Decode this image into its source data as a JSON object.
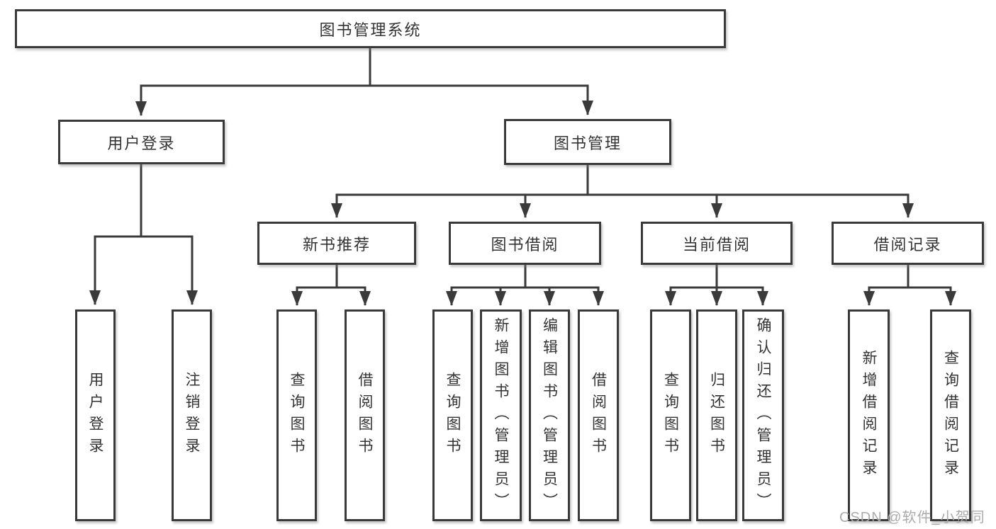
{
  "diagram": {
    "root": {
      "label": "图书管理系统"
    },
    "level2": [
      {
        "label": "用户登录"
      },
      {
        "label": "图书管理"
      }
    ],
    "level3": [
      {
        "label": "新书推荐"
      },
      {
        "label": "图书借阅"
      },
      {
        "label": "当前借阅"
      },
      {
        "label": "借阅记录"
      }
    ],
    "leaves": {
      "user_login": [
        "用户登录",
        "注销登录"
      ],
      "new_book_recommend": [
        "查询图书",
        "借阅图书"
      ],
      "book_borrowing": [
        "查询图书",
        "新增图书（管理员）",
        "编辑图书（管理员）",
        "借阅图书"
      ],
      "current_borrowing": [
        "查询图书",
        "归还图书",
        "确认归还（管理员）"
      ],
      "borrowing_records": [
        "新增借阅记录",
        "查询借阅记录"
      ]
    }
  },
  "watermark": {
    "text": "CSDN @软件_小贺同学"
  },
  "colors": {
    "line": "#3a3a3a",
    "text": "#333333",
    "background": "#ffffff",
    "watermark": "#ababab"
  }
}
